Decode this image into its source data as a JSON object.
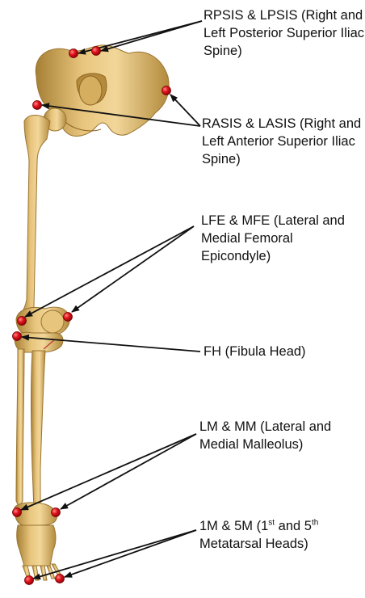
{
  "labels": {
    "psis": "RPSIS & LPSIS (Right and Left Posterior Superior Iliac Spine)",
    "asis": "RASIS & LASIS (Right and Left Anterior Superior Iliac Spine)",
    "fe": "LFE & MFE (Lateral and Medial Femoral Epicondyle)",
    "fh": "FH (Fibula Head)",
    "mall": "LM & MM (Lateral and Medial Malleolus)",
    "meta": {
      "part1": "1M & 5M (1",
      "sup1": "st",
      "part2": " and 5",
      "sup2": "th",
      "part3": "Metatarsal Heads)"
    }
  },
  "colors": {
    "bone": "#d9b266",
    "bone_dark": "#a57f34",
    "bone_light": "#f0d79a",
    "marker": "#e0141b",
    "arrow": "#111111"
  }
}
